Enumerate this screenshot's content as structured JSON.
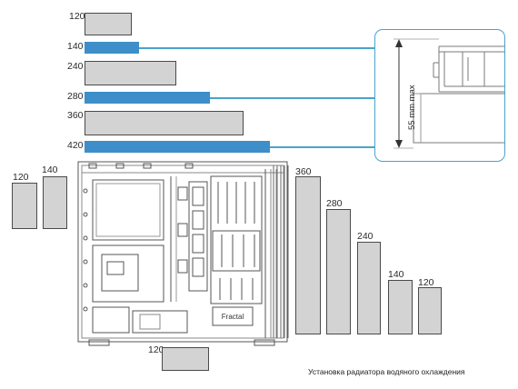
{
  "top_stack": {
    "labels": [
      "120",
      "140",
      "240",
      "280",
      "360",
      "420"
    ],
    "highlighted": [
      "140",
      "280",
      "420"
    ]
  },
  "left_stack": {
    "labels": [
      "120",
      "140"
    ]
  },
  "bottom_label": "120",
  "right_stack": {
    "labels": [
      "360",
      "280",
      "240",
      "140",
      "120"
    ]
  },
  "callout": {
    "measure_label": "55 mm max"
  },
  "case_badge": "Fractal",
  "caption": "Установка радиатора водяного охлаждения",
  "colors": {
    "highlight": "#3d8ec9",
    "connector": "#4aa3c9",
    "bar_fill": "#d3d3d3",
    "outline": "#4a4a4a"
  }
}
